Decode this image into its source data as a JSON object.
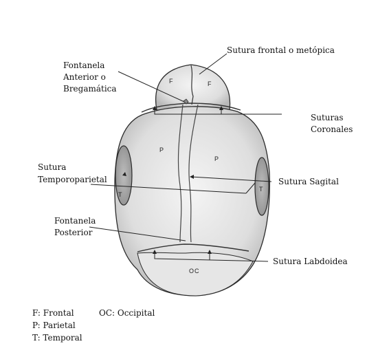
{
  "labels": {
    "sutura_frontal": "Sutura frontal o metópica",
    "fontanela_anterior": [
      "Fontanela",
      "Anterior o",
      "Bregamática"
    ],
    "suturas_coronales": [
      "Suturas",
      "Coronales"
    ],
    "sutura_temporoparietal": [
      "Sutura",
      "Temporoparietal"
    ],
    "sutura_sagital": "Sutura Sagital",
    "fontanela_posterior": [
      "Fontanela",
      "Posterior"
    ],
    "sutura_labdoidea": "Sutura Labdoidea"
  },
  "bones": {
    "frontal_left": "F",
    "frontal_right": "F",
    "parietal_left": "P",
    "parietal_right": "P",
    "temporal_left": "T",
    "temporal_right": "T",
    "occipital": "OC"
  },
  "legend": {
    "frontal": "F: Frontal",
    "occipital": "OC: Occipital",
    "parietal": "P: Parietal",
    "temporal": "T: Temporal"
  }
}
